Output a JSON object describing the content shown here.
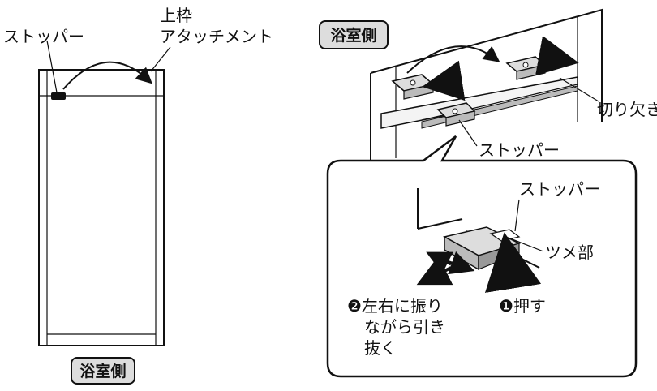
{
  "left_panel": {
    "stopper_label": "ストッパー",
    "attachment_label_line1": "上枠",
    "attachment_label_line2": "アタッチメント",
    "side_badge": "浴室側"
  },
  "right_panel": {
    "side_badge": "浴室側",
    "notch_label": "切り欠き",
    "stopper_label": "ストッパー"
  },
  "detail": {
    "stopper_label": "ストッパー",
    "claw_label": "ツメ部",
    "step1_label": "❶押す",
    "step2_line1": "❷左右に振り",
    "step2_line2": "ながら引き",
    "step2_line3": "抜く"
  }
}
